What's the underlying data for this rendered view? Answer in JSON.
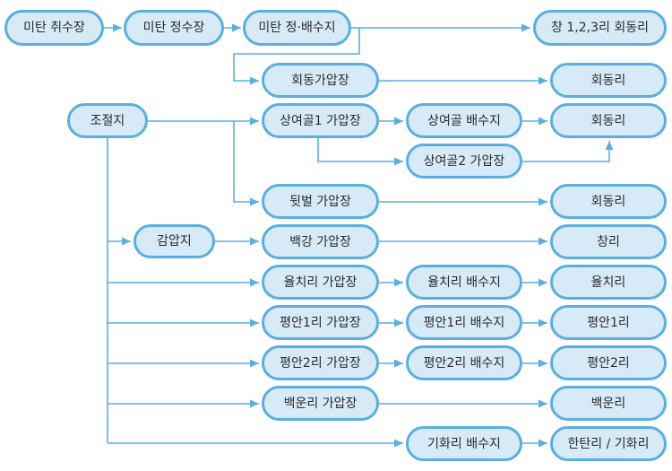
{
  "nodes": {
    "source": "미탄 취수장",
    "purify": "미탄 정수장",
    "dist": "미탄 정·배수지",
    "warehouse": "창 1,2,3리 회동리",
    "hoedong_pump": "회동가압장",
    "r_hoedong1": "회동리",
    "tank": "조절지",
    "sy1_pump": "상여골1 가압장",
    "sy_res": "상여골 배수지",
    "r_hoedong2": "회동리",
    "sy2_pump": "상여골2 가압장",
    "dwit_pump": "뒷벌 가압장",
    "r_hoedong3": "회동리",
    "prv": "감압지",
    "bg_pump": "백강 가압장",
    "r_chang": "창리",
    "yc_pump": "율치리 가압장",
    "yc_res": "율치리 배수지",
    "r_yc": "율치리",
    "pa1_pump": "평안1리 가압장",
    "pa1_res": "평안1리 배수지",
    "r_pa1": "평안1리",
    "pa2_pump": "평안2리 가압장",
    "pa2_res": "평안2리 배수지",
    "r_pa2": "평안2리",
    "bu_pump": "백운리 가압장",
    "r_bu": "백운리",
    "gh_res": "기화리 배수지",
    "r_gh": "한탄리 / 기화리"
  },
  "colors": {
    "node_fill": "#d7eaf7",
    "node_border": "#5aaee0",
    "connector": "#5aaee0",
    "text": "#2b2b2b"
  }
}
